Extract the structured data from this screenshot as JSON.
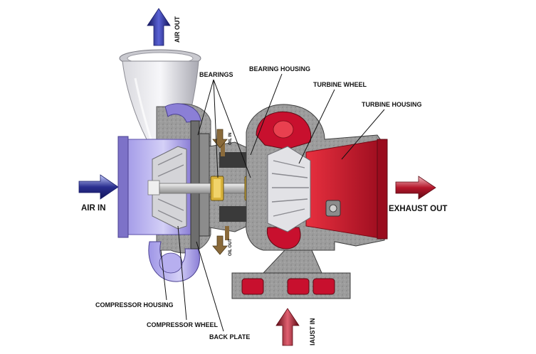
{
  "labels": {
    "air_out": "AIR OUT",
    "air_in": "AIR IN",
    "exhaust_out": "EXHAUST OUT",
    "exhaust_in": "IAUST IN",
    "bearings": "BEARINGS",
    "bearing_housing": "BEARING HOUSING",
    "turbine_wheel": "TURBINE WHEEL",
    "turbine_housing": "TURBINE HOUSING",
    "oil_in": "OIL IN",
    "oil_out": "OIL OUT",
    "compressor_housing": "COMPRESSOR HOUSING",
    "compressor_wheel": "COMPRESSOR WHEEL",
    "back_plate": "BACK PLATE"
  },
  "colors": {
    "intake_blue": "#8b7fd6",
    "exhaust_red": "#c8102e",
    "metal_grey": "#9a9a9a",
    "arrow_blue": "#2a2f8f",
    "arrow_red": "#a3182a",
    "oil_brown": "#8a6a3a"
  }
}
